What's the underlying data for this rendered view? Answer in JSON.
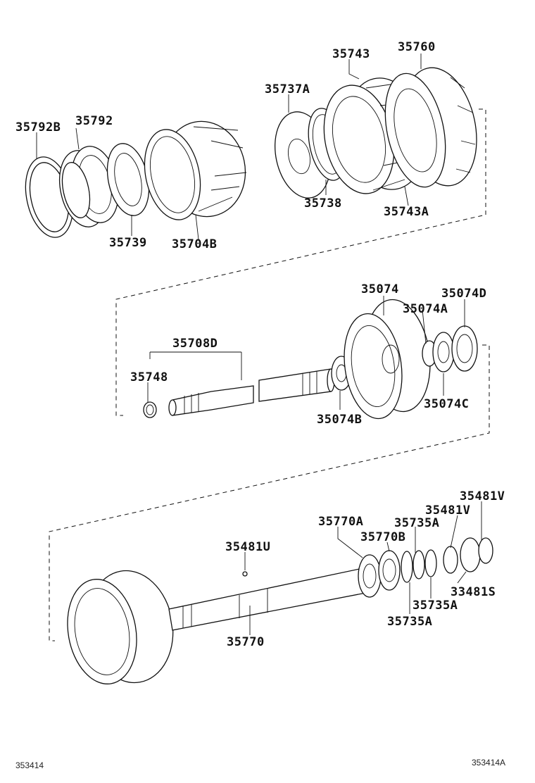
{
  "labels": {
    "p35792B": "35792B",
    "p35792": "35792",
    "p35739": "35739",
    "p35704B": "35704B",
    "p35737A": "35737A",
    "p35743": "35743",
    "p35760": "35760",
    "p35738": "35738",
    "p35743A": "35743A",
    "p35074": "35074",
    "p35074D": "35074D",
    "p35074A": "35074A",
    "p35708D": "35708D",
    "p35748": "35748",
    "p35074C": "35074C",
    "p35074B": "35074B",
    "p35481V_1": "35481V",
    "p35481V_2": "35481V",
    "p35770A": "35770A",
    "p35735A_1": "35735A",
    "p35481U": "35481U",
    "p35770B": "35770B",
    "p33481S": "33481S",
    "p35735A_2": "35735A",
    "p35770": "35770",
    "p35735A_3": "35735A"
  },
  "footer": {
    "left_code": "353414",
    "right_code": "353414A"
  }
}
